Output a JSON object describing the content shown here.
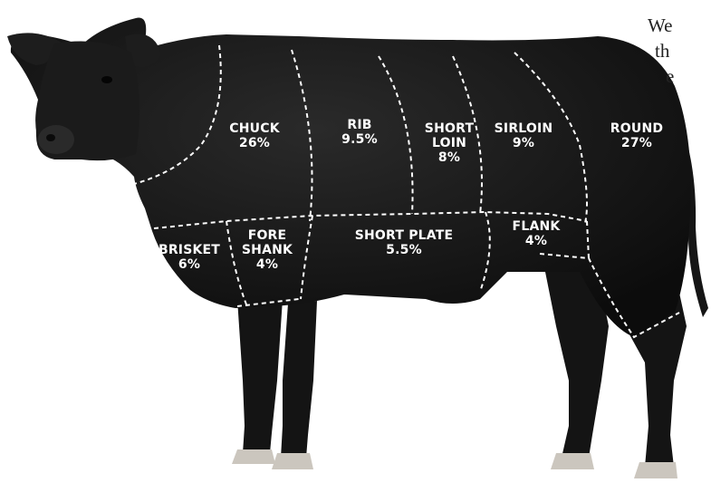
{
  "side_text": {
    "line1": "We",
    "line2": "th",
    "line3": "e"
  },
  "cuts": {
    "chuck": {
      "name": "CHUCK",
      "percent": "26%"
    },
    "rib": {
      "name": "RIB",
      "percent": "9.5%"
    },
    "short_loin": {
      "name_line1": "SHORT",
      "name_line2": "LOIN",
      "percent": "8%"
    },
    "sirloin": {
      "name": "SIRLOIN",
      "percent": "9%"
    },
    "round": {
      "name": "ROUND",
      "percent": "27%"
    },
    "brisket": {
      "name": "BRISKET",
      "percent": "6%"
    },
    "fore_shank": {
      "name_line1": "FORE",
      "name_line2": "SHANK",
      "percent": "4%"
    },
    "short_plate": {
      "name": "SHORT PLATE",
      "percent": "5.5%"
    },
    "flank": {
      "name": "FLANK",
      "percent": "4%"
    }
  },
  "colors": {
    "cow_body": "#161616",
    "cow_highlight": "#2b2b2b",
    "hoof": "#cfcac2",
    "dash_line": "#ffffff",
    "label_text": "#ffffff",
    "background": "#ffffff"
  }
}
